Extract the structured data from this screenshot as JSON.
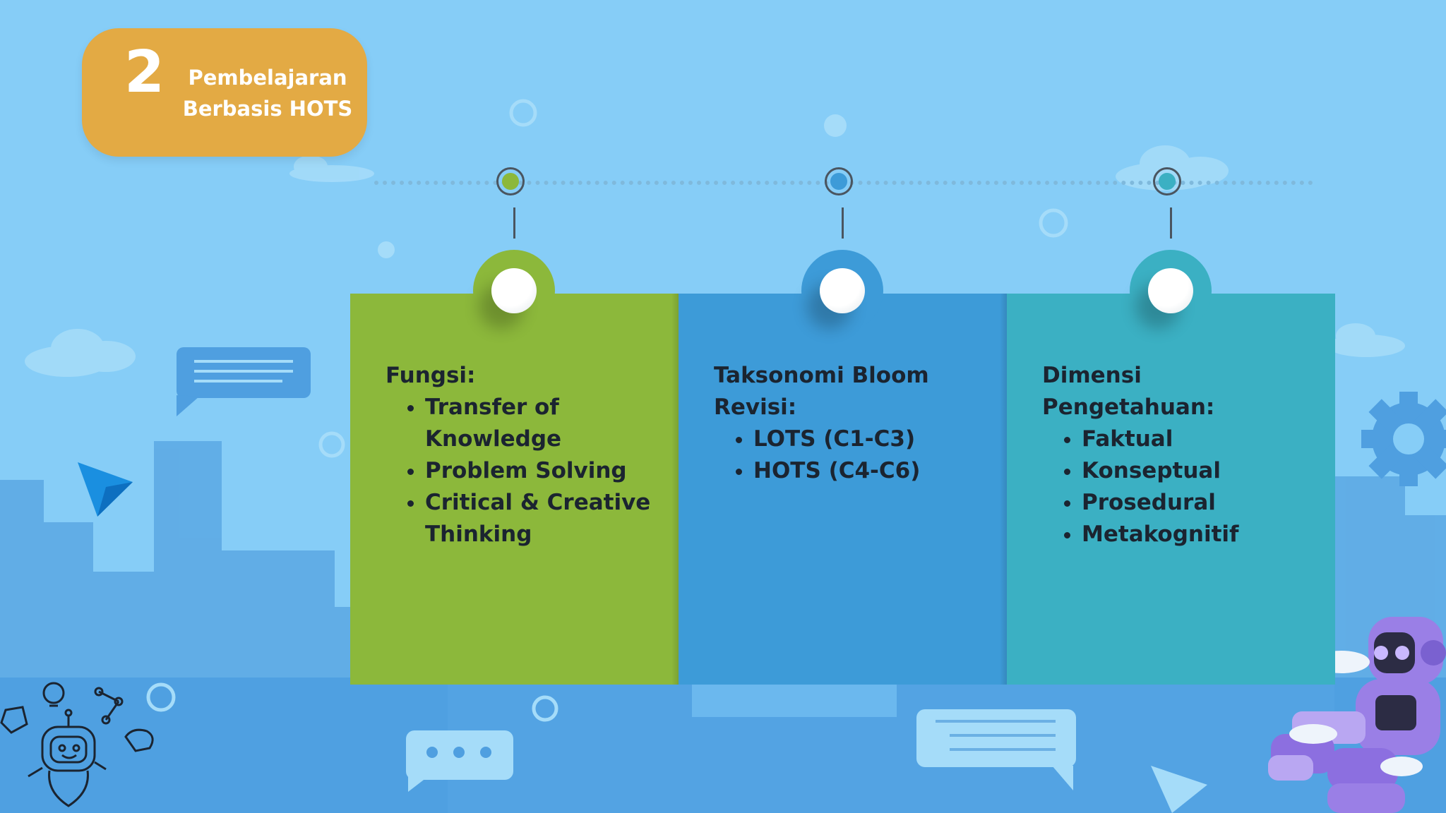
{
  "title": {
    "number": "2",
    "text": "Pembelajaran Berbasis HOTS"
  },
  "colors": {
    "background": "#86cdf7",
    "badge": "#e3aa44",
    "green": "#8cb83b",
    "blue": "#3d9bd8",
    "teal": "#3bb0c3"
  },
  "panels": [
    {
      "heading": "Fungsi:",
      "items": [
        "Transfer of Knowledge",
        "Problem Solving",
        "Critical & Creative Thinking"
      ]
    },
    {
      "heading": "Taksonomi Bloom Revisi:",
      "items": [
        "LOTS (C1-C3)",
        "HOTS (C4-C6)"
      ]
    },
    {
      "heading": "Dimensi Pengetahuan:",
      "items": [
        "Faktual",
        "Konseptual",
        "Prosedural",
        "Metakognitif"
      ]
    }
  ]
}
